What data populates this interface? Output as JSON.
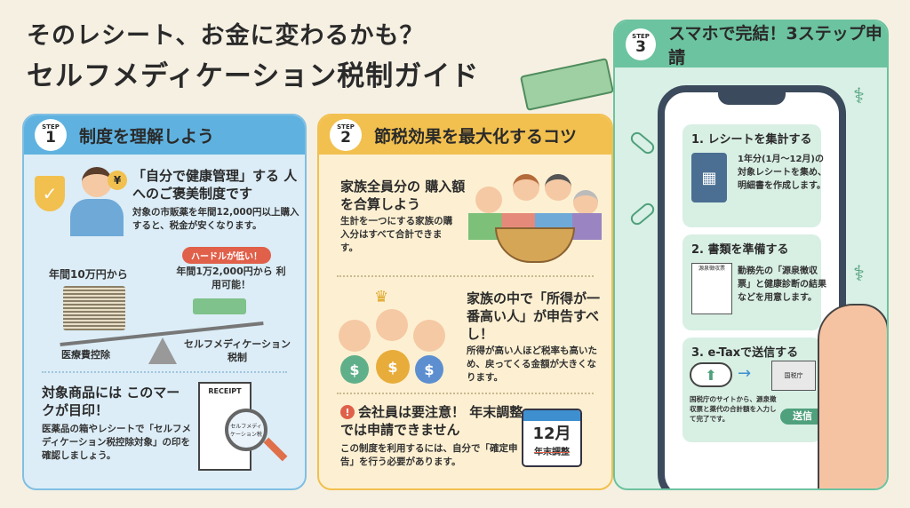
{
  "title": {
    "line1": "そのレシート、お金に変わるかも？",
    "line2": "セルフメディケーション税制ガイド"
  },
  "step_label": "STEP",
  "step1": {
    "number": "1",
    "heading": "制度を理解しよう",
    "lead": "「自分で健康管理」する 人へのご褒美制度です",
    "lead_text": "対象の市販薬を年間12,000円以上購入すると、税金が安くなります。",
    "hurdle_badge": "ハードルが低い！",
    "left_amount": "年間10万円から",
    "right_amount": "年間1万2,000円から 利用可能！",
    "left_label": "医療費控除",
    "right_label": "セルフメディケーション 税制",
    "mark_heading": "対象商品には このマークが目印！",
    "mark_text": "医薬品の箱やレシートで「セルフメディケーション税控除対象」の印を確認しましょう。",
    "receipt_label": "RECEIPT",
    "receipt_mark": "セルフメディケーション税"
  },
  "step2": {
    "number": "2",
    "heading": "節税効果を最大化するコツ",
    "tip1_heading": "家族全員分の 購入額を合算しよう",
    "tip1_text": "生計を一つにする家族の購入分はすべて合計できます。",
    "tip2_heading": "家族の中で「所得が一番高い人」が申告すべし！",
    "tip2_text": "所得が高い人ほど税率も高いため、戻ってくる金額が大きくなります。",
    "warn_heading": "会社員は要注意！ 年末調整では申請できません",
    "warn_text": "この制度を利用するには、自分で「確定申告」を行う必要があります。",
    "calendar_month": "12月",
    "calendar_label": "年末調整",
    "bag_symbol": "$"
  },
  "step3": {
    "number": "3",
    "heading": "スマホで完結！3ステップ申請",
    "s1_heading": "1. レシートを集計する",
    "s1_text": "1年分(1月～12月)の対象レシートを集め、明細書を作成します。",
    "s2_heading": "2. 書類を準備する",
    "s2_doc": "源泉徴収票",
    "s2_text": "勤務先の「源泉徴収票」と健康診断の結果などを用意します。",
    "s3_heading": "3. e-Taxで送信する",
    "s3_building": "国税庁",
    "s3_text": "国税庁のサイトから、源泉徴収票と薬代の合計額を入力して完了です。",
    "send_button": "送信"
  },
  "colors": {
    "blue": "#5fb2e0",
    "yellow": "#f2c04f",
    "green": "#6cc3a0"
  }
}
